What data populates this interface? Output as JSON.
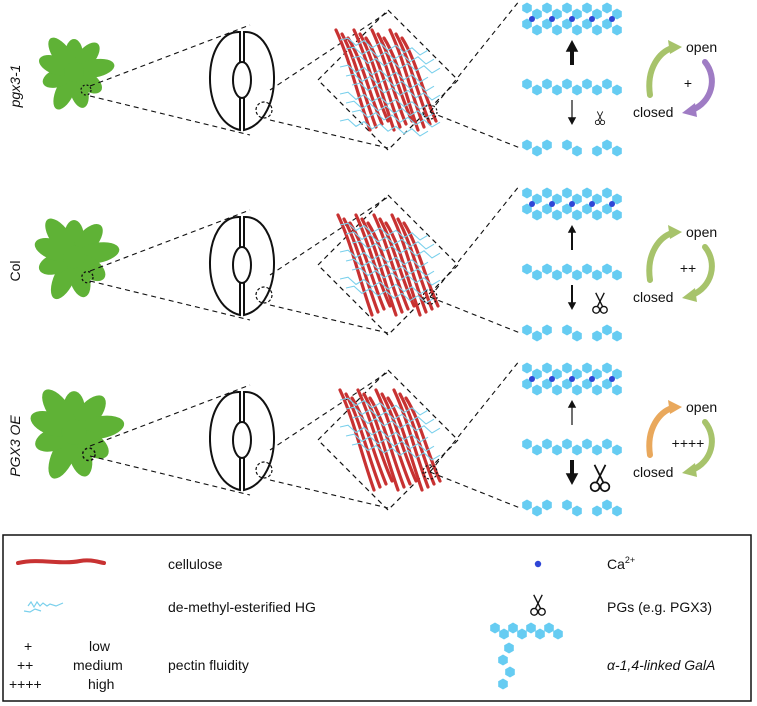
{
  "rows": [
    {
      "label": "pgx3-1",
      "italic": true,
      "degree": "+",
      "arrow_up_weight": "bold",
      "arrow_down_weight": "thin",
      "scissor_size": "small",
      "open_arrow_color": "#a7c36b",
      "close_arrow_color": "#9f7cc4"
    },
    {
      "label": "Col",
      "italic": false,
      "degree": "++",
      "arrow_up_weight": "normal",
      "arrow_down_weight": "normal",
      "scissor_size": "medium",
      "open_arrow_color": "#a7c36b",
      "close_arrow_color": "#a7c36b"
    },
    {
      "label": "PGX3 OE",
      "italic": true,
      "degree": "++++",
      "arrow_up_weight": "thin",
      "arrow_down_weight": "bold",
      "scissor_size": "large",
      "open_arrow_color": "#e9a85c",
      "close_arrow_color": "#a7c36b"
    }
  ],
  "states": {
    "open": "open",
    "closed": "closed"
  },
  "legend": {
    "cellulose": "cellulose",
    "hg": "de-methyl-esterified HG",
    "degree_low_sym": "+",
    "degree_low": "low",
    "degree_medium_sym": "++",
    "degree_medium": "medium",
    "degree_high_sym": "++++",
    "degree_high": "high",
    "fluidity": "pectin fluidity",
    "ca_base": "Ca",
    "ca_sup": "2+",
    "pgs": "PGs (e.g. PGX3)",
    "galA": "α-1,4-linked GalA"
  },
  "colors": {
    "plant": "#5fb236",
    "cellulose": "#c83232",
    "hg": "#7ad0ec",
    "galA": "#66ccf2",
    "calcium": "#2f46d6"
  }
}
